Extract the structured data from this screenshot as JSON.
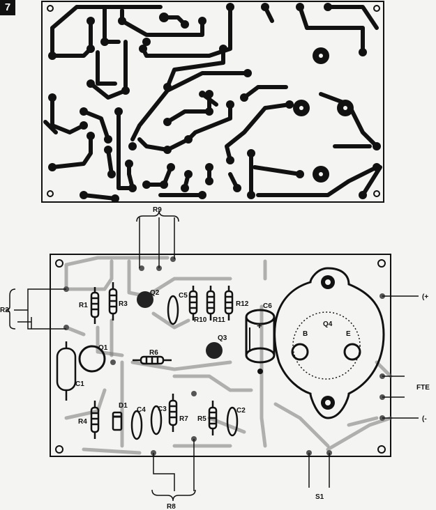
{
  "figure_number": "7",
  "labels": {
    "r9": "R9",
    "r1": "R1",
    "r3": "R3",
    "q2": "Q2",
    "c5": "C5",
    "r10": "R10",
    "r11": "R11",
    "r12": "R12",
    "c6": "C6",
    "q4": "Q4",
    "b": "B",
    "e": "E",
    "q1": "Q1",
    "q3": "Q3",
    "r6": "R6",
    "c1": "C1",
    "r4": "R4",
    "d1": "D1",
    "c4": "C4",
    "c3": "C3",
    "r7": "R7",
    "r5": "R5",
    "c2": "C2",
    "r8": "R8",
    "s1": "S1",
    "r2": "R2",
    "plus": "(+",
    "fte": "FTE",
    "minus": "(-",
    "c6_plus": "+"
  }
}
